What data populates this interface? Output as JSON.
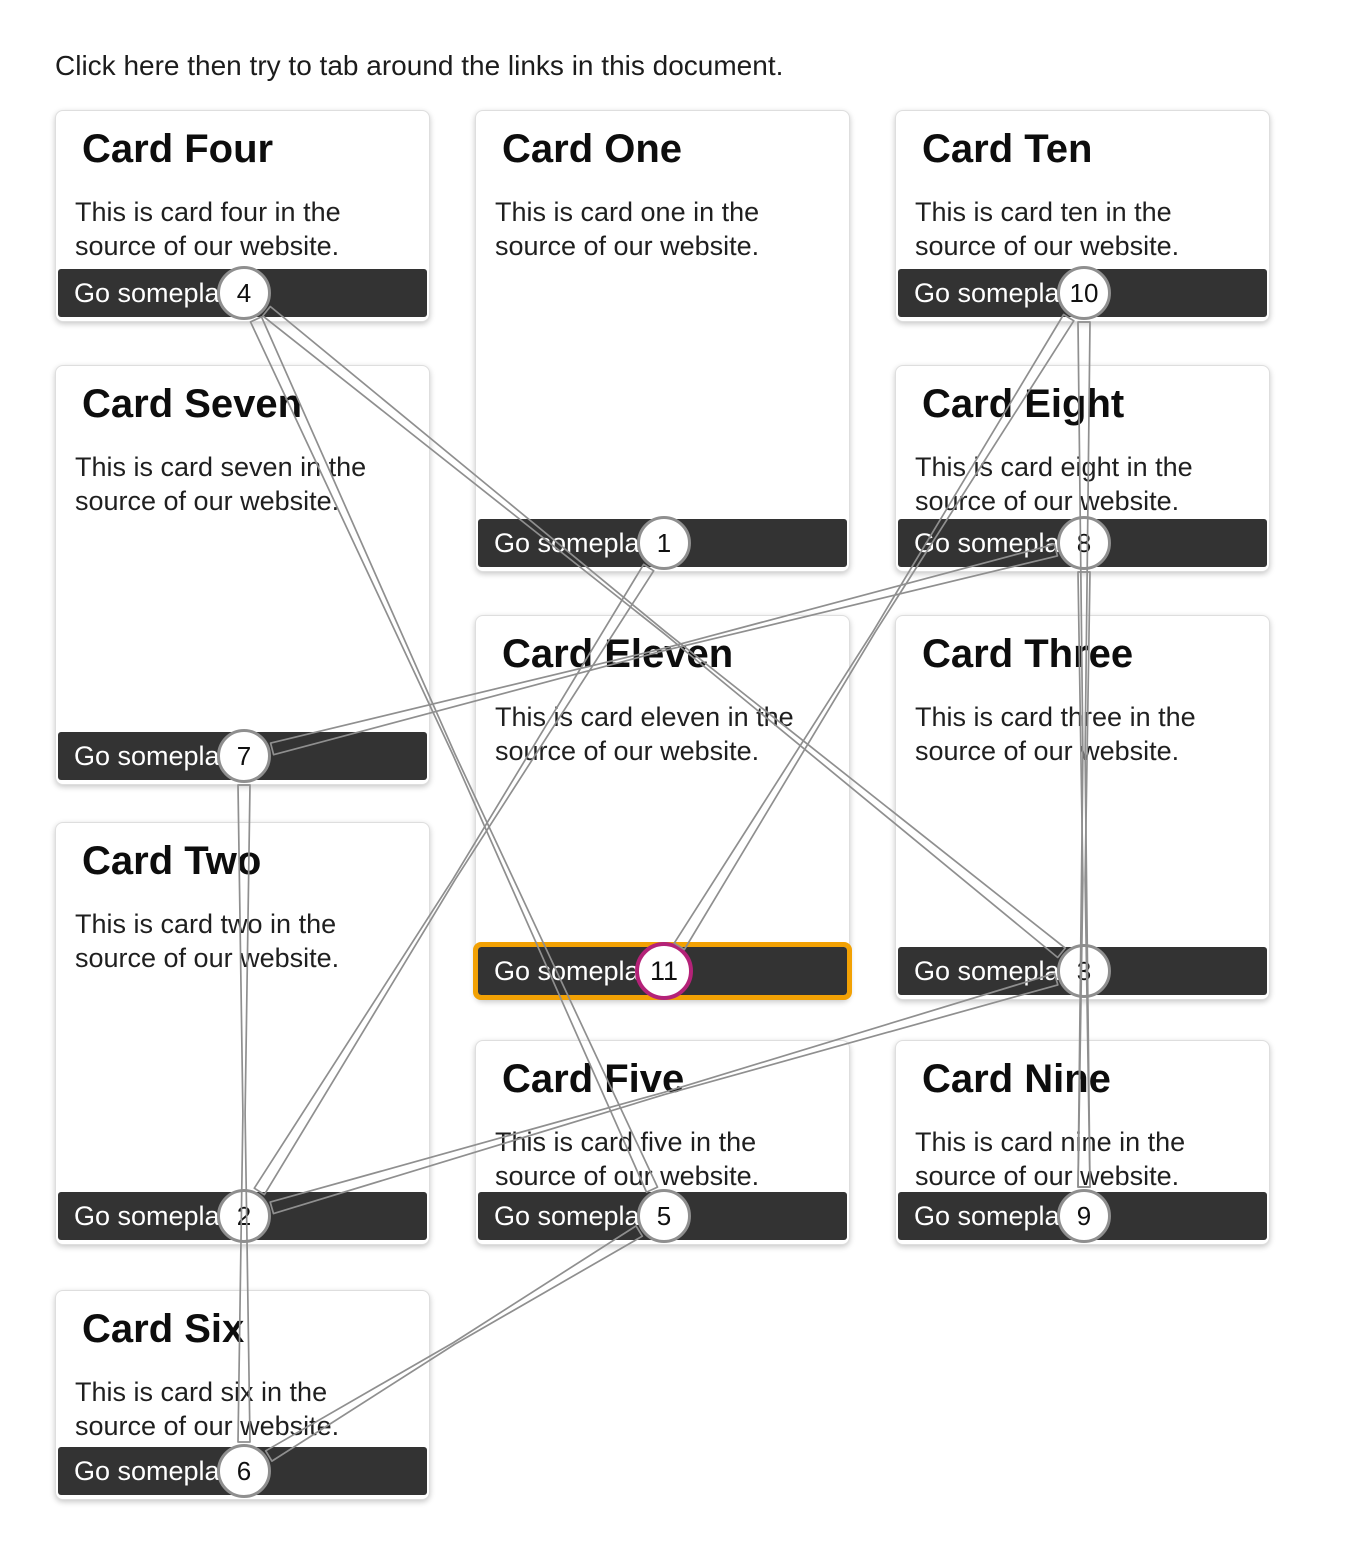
{
  "page": {
    "instruction": "Click here then try to tab around the links in this document."
  },
  "cards": [
    {
      "id": "one",
      "title": "Card One",
      "body": "This is card one in the source of our website.",
      "button_label": "Go someplace",
      "tab_order": 1,
      "focused": false
    },
    {
      "id": "two",
      "title": "Card Two",
      "body": "This is card two in the source of our website.",
      "button_label": "Go someplace",
      "tab_order": 2,
      "focused": false
    },
    {
      "id": "three",
      "title": "Card Three",
      "body": "This is card three in the source of our website.",
      "button_label": "Go someplace",
      "tab_order": 3,
      "focused": false
    },
    {
      "id": "four",
      "title": "Card Four",
      "body": "This is card four in the source of our website.",
      "button_label": "Go someplace",
      "tab_order": 4,
      "focused": false
    },
    {
      "id": "five",
      "title": "Card Five",
      "body": "This is card five in the source of our website.",
      "button_label": "Go someplace",
      "tab_order": 5,
      "focused": false
    },
    {
      "id": "six",
      "title": "Card Six",
      "body": "This is card six in the source of our website.",
      "button_label": "Go someplace",
      "tab_order": 6,
      "focused": false
    },
    {
      "id": "seven",
      "title": "Card Seven",
      "body": "This is card seven in the source of our website.",
      "button_label": "Go someplace",
      "tab_order": 7,
      "focused": false
    },
    {
      "id": "eight",
      "title": "Card Eight",
      "body": "This is card eight in the source of our website.",
      "button_label": "Go someplace",
      "tab_order": 8,
      "focused": false
    },
    {
      "id": "nine",
      "title": "Card Nine",
      "body": "This is card nine in the source of our website.",
      "button_label": "Go someplace",
      "tab_order": 9,
      "focused": false
    },
    {
      "id": "ten",
      "title": "Card Ten",
      "body": "This is card ten in the source of our website.",
      "button_label": "Go someplace",
      "tab_order": 10,
      "focused": false
    },
    {
      "id": "eleven",
      "title": "Card Eleven",
      "body": "This is card eleven in the source of our website.",
      "button_label": "Go someplace",
      "tab_order": 11,
      "focused": true
    }
  ],
  "tab_order_path": [
    1,
    2,
    3,
    4,
    5,
    6,
    7,
    8,
    9,
    10,
    11
  ],
  "colors": {
    "button_bg": "#333333",
    "line": "#8F8F8F",
    "badge_ring": "#8F8F8F",
    "badge_fill": "#FFFFFF",
    "focus_outline": "#F2A104",
    "active_badge_ring": "#B42278"
  }
}
